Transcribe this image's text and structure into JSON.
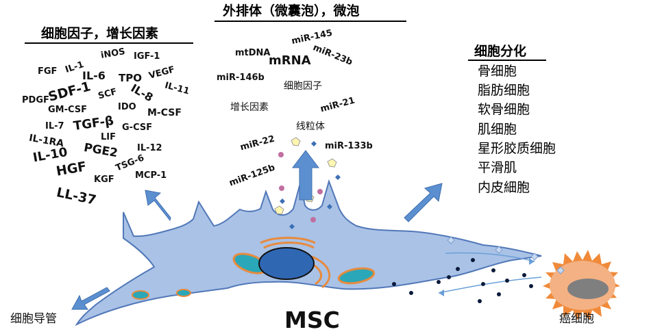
{
  "titles": {
    "cytokines": "细胞因子，增长因素",
    "exosomes": "外排体（微囊泡），微泡",
    "differentiation": "细胞分化"
  },
  "cytokines": [
    "IL-1",
    "iNOS",
    "IGF-1",
    "FGF",
    "IL-6",
    "TPO",
    "VEGF",
    "SDF-1",
    "SCF",
    "IL-8",
    "IL-11",
    "PDGF",
    "IDO",
    "GM-CSF",
    "M-CSF",
    "TGF-β",
    "IL-7",
    "G-CSF",
    "LIF",
    "IL-1RA",
    "PGE2",
    "IL-12",
    "IL-10",
    "TSG-6",
    "HGF",
    "KGF",
    "MCP-1",
    "LL-37"
  ],
  "vesicle_cargo": [
    "miR-145",
    "mtDNA",
    "miR-23b",
    "mRNA",
    "miR-146b",
    "细胞因子",
    "增长因素",
    "miR-21",
    "线粒体",
    "miR-22",
    "miR-133b",
    "miR-125b"
  ],
  "differentiation": [
    "骨细胞",
    "脂肪细胞",
    "软骨细胞",
    "肌细胞",
    "星形胶质细胞",
    "平滑肌",
    "内皮細胞"
  ],
  "labels": {
    "duct": "细胞导管",
    "msc": "MSC",
    "cancer": "癌细胞"
  },
  "colors": {
    "cell_fill": "#a9c2e6",
    "cell_stroke": "#5177b8",
    "nucleus": "#2f67b3",
    "golgi": "#e88a3c",
    "arrow": "#5b8fd0",
    "cancer_fill": "#f4b183",
    "cancer_spikes": "#f08a3a",
    "cancer_nucleus": "#7f7f7f"
  }
}
